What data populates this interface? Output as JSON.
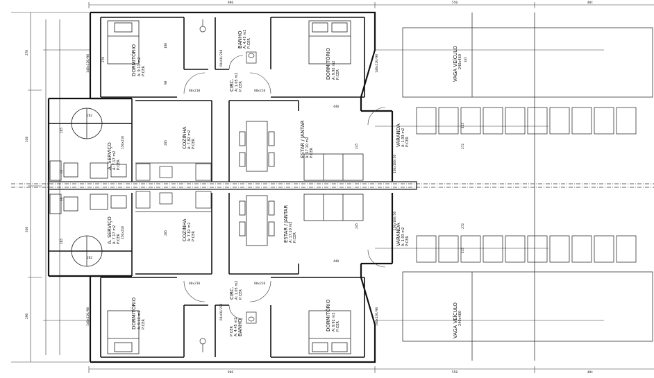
{
  "plan": {
    "top_dims": [
      "986",
      "550",
      "40t"
    ],
    "bottom_dims": [
      "986",
      "550",
      "40t"
    ],
    "left_dims": [
      "270",
      "330",
      "330",
      "290"
    ],
    "upper_unit": {
      "dorm1": {
        "name": "DORMITÓRIO",
        "area": "A: 9.11 m2",
        "floor": "P:CER"
      },
      "banho": {
        "name": "BANHO",
        "area": "A: 4.45 m2",
        "floor": "P:CER"
      },
      "dorm2": {
        "name": "DORMITÓRIO",
        "area": "A: 9.92 m2",
        "floor": "P:CER"
      },
      "circ": {
        "name": "CIRC.",
        "area": "A: 1.05 m2",
        "floor": "P:CER"
      },
      "servico": {
        "name": "A. SERVIÇO",
        "area": "A: 7.17 m2",
        "floor": "P:CER"
      },
      "cozinha": {
        "name": "COZINHA",
        "area": "A: 7.82 m2",
        "floor": "P:CER"
      },
      "estar": {
        "name": "ESTAR / JANTAR",
        "area": "A: 17.10 m2",
        "floor": "P:CER"
      },
      "varanda": {
        "name": "VARANDA",
        "area": "A: 1.93 m2",
        "floor": "P:CER"
      },
      "vaga": {
        "name": "VAGA VEÍCULO",
        "size": "240x460"
      }
    },
    "lower_unit": {
      "dorm1": {
        "name": "DORMITÓRIO",
        "area": "A: 9.11 m2",
        "floor": "P:CER"
      },
      "banho": {
        "name": "BANHO",
        "area": "A: 4.45 m2",
        "floor": "P:CER"
      },
      "dorm2": {
        "name": "DORMITÓRIO",
        "area": "A: 9.92 m2",
        "floor": "P:CER"
      },
      "circ": {
        "name": "CIRC.",
        "area": "A: 1.05 m2",
        "floor": "P:CER"
      },
      "servico": {
        "name": "A. SERVIÇO",
        "area": "A: 7.17 m2",
        "floor": "P:CER"
      },
      "cozinha": {
        "name": "COZINHA",
        "area": "A: 7.82 m2",
        "floor": "P:CER"
      },
      "estar": {
        "name": "ESTAR / JANTAR",
        "area": "A: 17.10 m2",
        "floor": "P:CER"
      },
      "varanda": {
        "name": "VARANDA",
        "area": "A: 1.93 m2",
        "floor": "P:CER"
      },
      "vaga": {
        "name": "VAGA VEÍCULO",
        "size": "240x460"
      }
    },
    "window_labels": {
      "w140": "140x120/90",
      "w150": "150x210",
      "w130": "130x160/50",
      "w60": "60x60/210",
      "door80": "80x210"
    },
    "interior_dims": [
      "270",
      "285",
      "180",
      "90",
      "245",
      "440",
      "415",
      "272",
      "335",
      "285",
      "282",
      "62",
      "60"
    ]
  }
}
